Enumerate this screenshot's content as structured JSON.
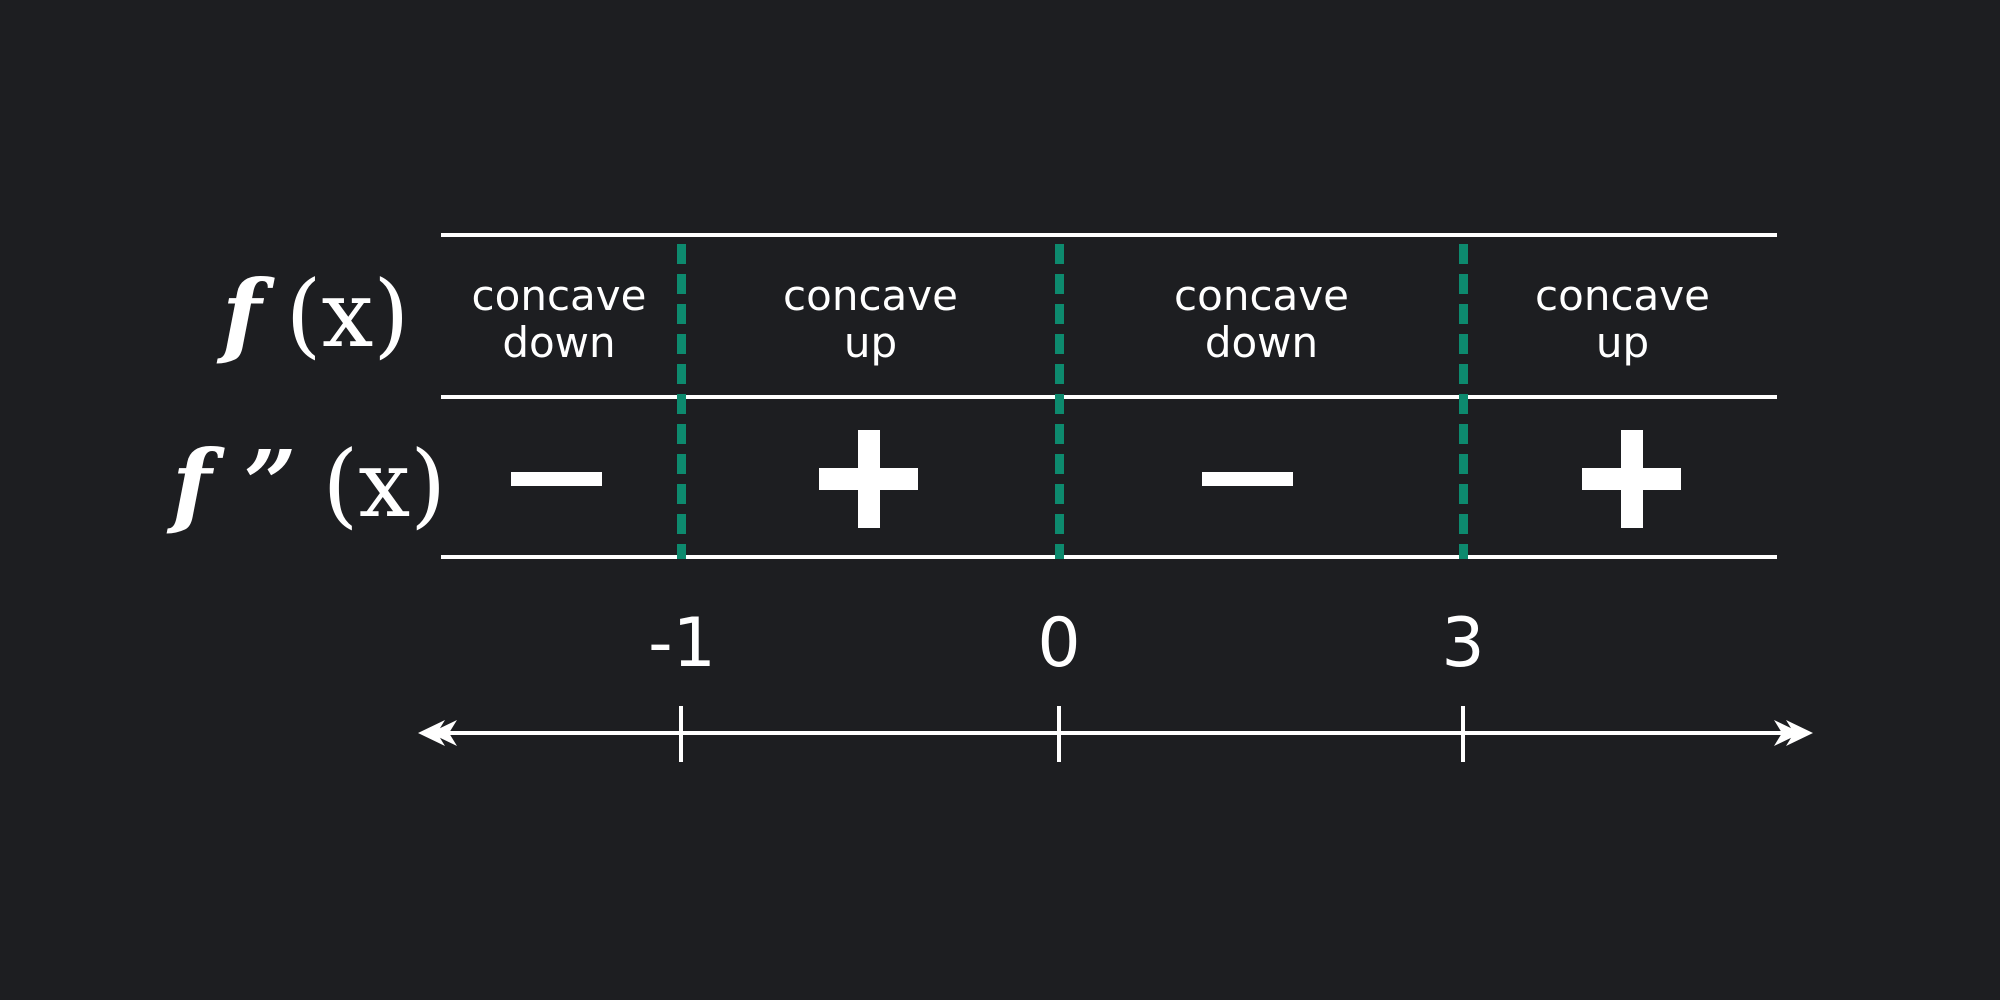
{
  "colors": {
    "background": "#1d1e21",
    "lines": "#ffffff",
    "critical_point_dashes": "#0d8a6e"
  },
  "rows": {
    "f": {
      "label_fn": "f",
      "label_arg": "(x)"
    },
    "fpp": {
      "label_fn": "f ”",
      "label_arg": "(x)"
    }
  },
  "intervals": [
    {
      "line1": "concave",
      "line2": "down",
      "sign": "−"
    },
    {
      "line1": "concave",
      "line2": "up",
      "sign": "+"
    },
    {
      "line1": "concave",
      "line2": "down",
      "sign": "−"
    },
    {
      "line1": "concave",
      "line2": "up",
      "sign": "+"
    }
  ],
  "critical_points": [
    "-1",
    "0",
    "3"
  ],
  "number_line": {
    "left_arrow": "double-arrowhead-left",
    "right_arrow": "double-arrowhead-right"
  }
}
